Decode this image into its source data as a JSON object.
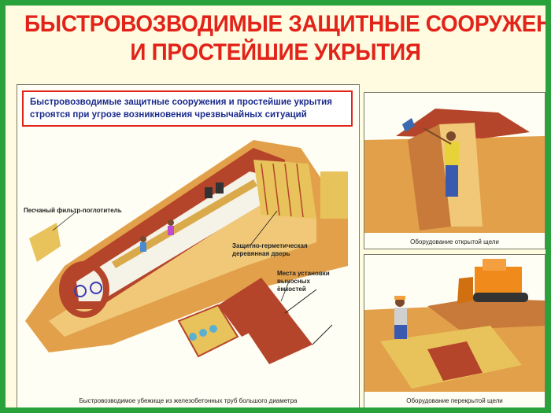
{
  "title": {
    "line1": "БЫСТРОВОЗВОДИМЫЕ ЗАЩИТНЫЕ СООРУЖЕНИЯ",
    "line2": "И ПРОСТЕЙШИЕ УКРЫТИЯ"
  },
  "intro": {
    "text": "Быстровозводимые защитные сооружения и простейшие укрытия строятся при угрозе возникновения чрезвычайных ситуаций"
  },
  "main_panel": {
    "caption": "Быстровозводимое убежище из железобетонных труб большого диаметра",
    "labels": {
      "sand_filter": "Песчаный фильтр-поглотитель",
      "door": "Защитно-герметическая деревянная дверь",
      "tanks": "Места установки выносных ёмкостей"
    }
  },
  "open_trench": {
    "caption": "Оборудование открытой щели"
  },
  "covered_trench": {
    "caption": "Оборудование перекрытой щели"
  },
  "colors": {
    "border_green": "#29a23c",
    "title_red": "#e2231a",
    "intro_blue": "#1a2a8c",
    "soil_orange": "#e2a04a",
    "concrete_brown": "#b5452a",
    "wood_yellow": "#e8c25a"
  }
}
